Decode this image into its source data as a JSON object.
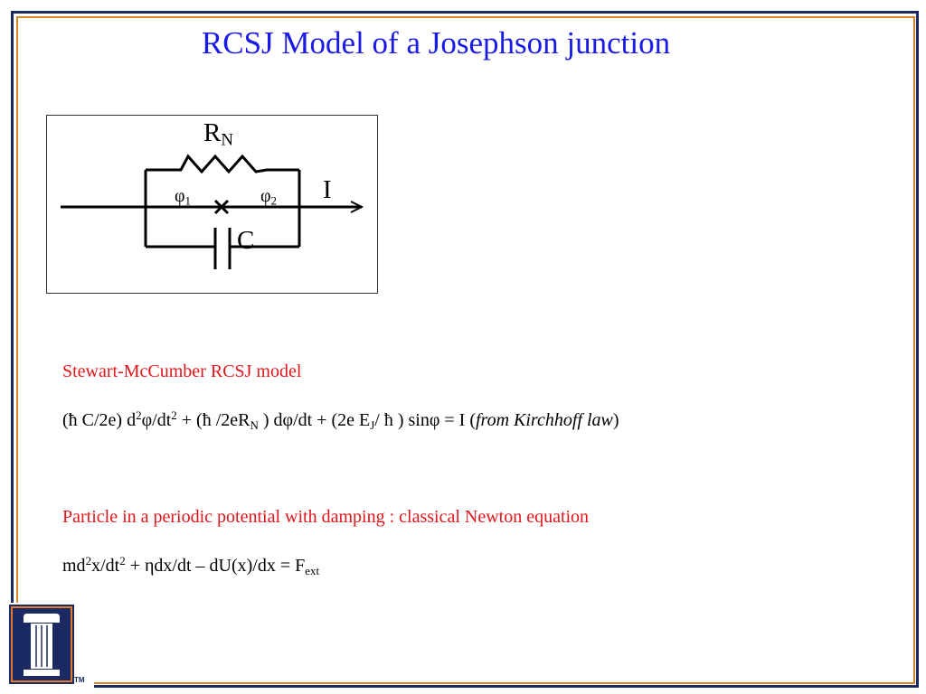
{
  "title": "RCSJ Model of a Josephson junction",
  "circuit": {
    "resistor_label": "R",
    "resistor_sub": "N",
    "current_label": "I",
    "capacitor_label": "C",
    "phase1_label": "φ",
    "phase1_sub": "1",
    "phase2_label": "φ",
    "phase2_sub": "2"
  },
  "section1": {
    "heading": "Stewart-McCumber RCSJ model",
    "eq_parts": {
      "p1": "(ħ C/2e) d",
      "p1_sup": "2",
      "p2": "φ/dt",
      "p2_sup": "2",
      "p3": " + (ħ /2eR",
      "p3_sub": "N",
      "p4": " ) dφ/dt + (2e E",
      "p4_sub": "J",
      "p5": "/ ħ ) sinφ  = I  (",
      "note": "from Kirchhoff law",
      "p6": ")"
    }
  },
  "section2": {
    "heading": "Particle in a periodic potential with damping : classical Newton equation",
    "eq_parts": {
      "p1": "md",
      "p1_sup": "2",
      "p2": "x/dt",
      "p2_sup": "2",
      "p3": " + ηdx/dt – dU(x)/dx = F",
      "p3_sub": "ext"
    }
  },
  "logo": {
    "tm": "TM"
  },
  "colors": {
    "title": "#1a1ae6",
    "heading_red": "#e0161b",
    "frame_navy": "#1c2a63",
    "frame_orange": "#d1862c"
  }
}
